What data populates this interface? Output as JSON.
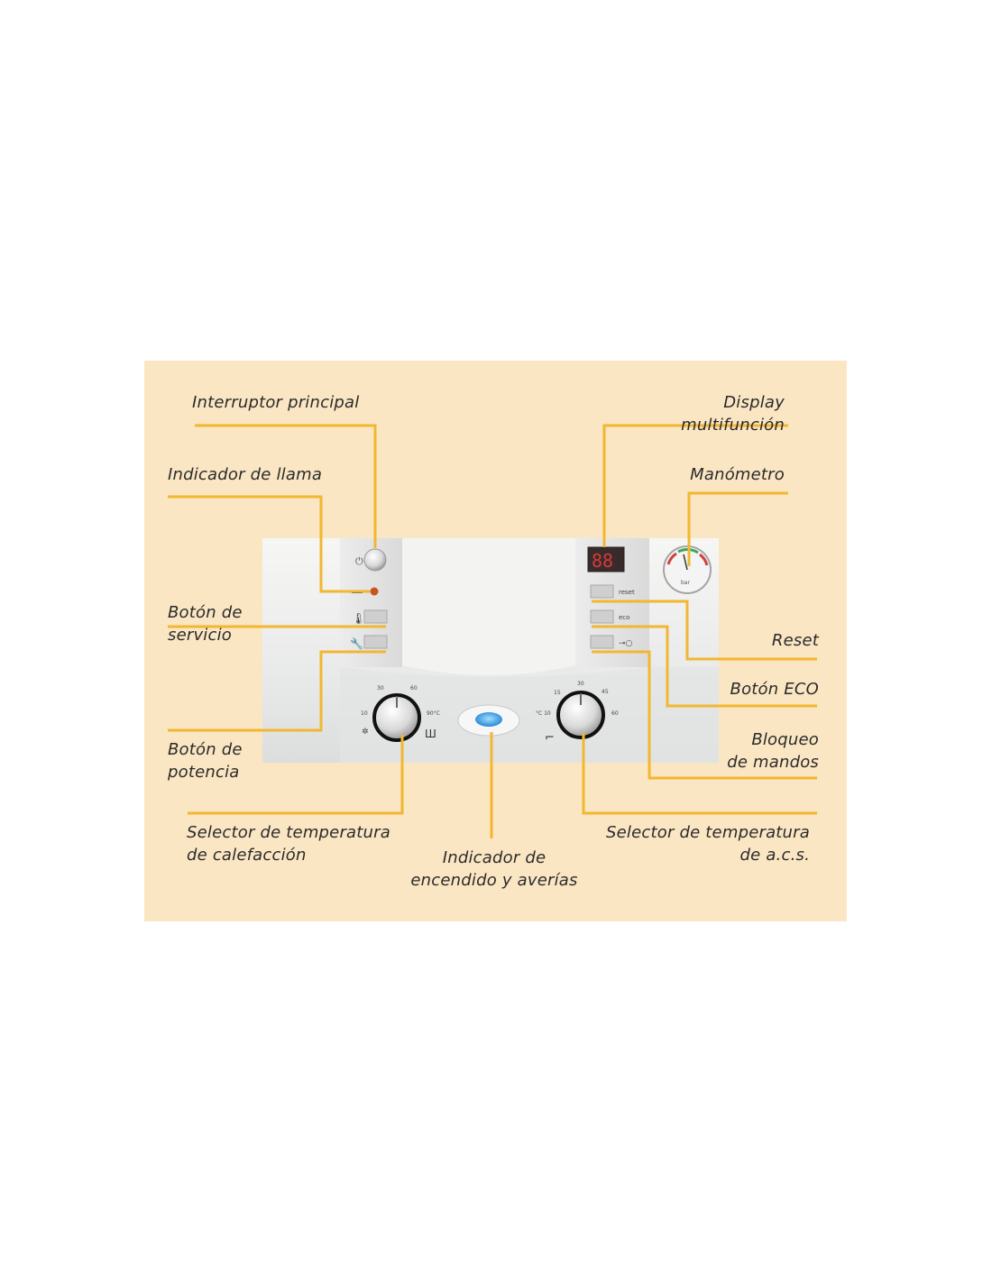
{
  "labels": {
    "interruptor": "Interruptor principal",
    "display": "Display multifunción",
    "llama": "Indicador de llama",
    "manometro": "Manómetro",
    "servicio": "Botón de\nservicio",
    "reset": "Reset",
    "eco": "Botón ECO",
    "bloqueo": "Bloqueo\nde mandos",
    "potencia": "Botón de\npotencia",
    "sel_calefaccion": "Selector de temperatura\nde calefacción",
    "indicador": "Indicador de\nencendido y averías",
    "sel_acs": "Selector de temperatura\nde a.c.s."
  },
  "device": {
    "display_digits": "88",
    "button_reset": "reset",
    "button_eco": "eco",
    "gauge_unit": "bar",
    "left_dial_ticks": [
      "10",
      "30",
      "60",
      "90°C"
    ],
    "right_dial_ticks": [
      "°C 10",
      "15",
      "30",
      "45",
      "60"
    ]
  },
  "colors": {
    "panel": "#fbe6c3",
    "leader_line": "#f2b731"
  }
}
